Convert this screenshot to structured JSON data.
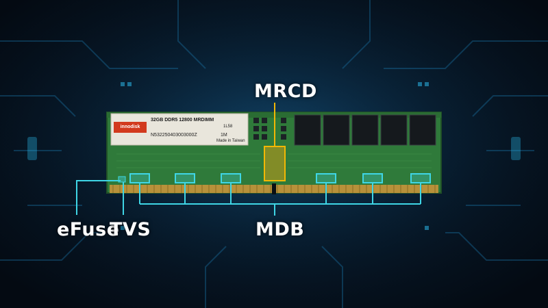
{
  "callouts": {
    "mrcd": "MRCD",
    "efuse": "eFuse",
    "tvs": "TVS",
    "mdb": "MDB"
  },
  "module_label": {
    "brand": "innodisk",
    "model": "32GB DDR5 12800 MRDIMM",
    "serial": "N532250403003000Z",
    "rank": "1M",
    "code": "1L58",
    "origin": "Made in Taiwan"
  },
  "colors": {
    "pcb": "#2f7a3a",
    "mdb_highlight": "#3fd6e6",
    "mrcd_highlight": "#f2b705",
    "circuit_glow": "#2bb6e8",
    "sticker": "#e9e6dc",
    "brand_red": "#d23a1e"
  }
}
